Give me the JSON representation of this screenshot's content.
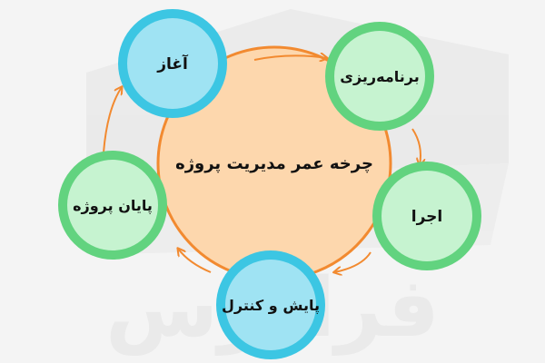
{
  "diagram": {
    "center": {
      "label": "چرخه عمر مدیریت پروژه",
      "fill": "#fdd7ad",
      "stroke": "#f28a30"
    },
    "nodes": {
      "start": {
        "label": "آغاز"
      },
      "planning": {
        "label": "برنامه‌ریزی"
      },
      "execution": {
        "label": "اجرا"
      },
      "monitoring": {
        "label": "پایش و کنترل"
      },
      "closing": {
        "label": "پایان پروژه"
      }
    },
    "colors": {
      "blue_ring": "#3cc6e3",
      "blue_fill": "#9fe3f3",
      "green_ring": "#62d37f",
      "green_fill": "#c6f3d0",
      "arrow": "#f28a30",
      "watermark": "#e7e7e7"
    },
    "watermark": {
      "text": "فرادرس",
      "icon": "faradars-logo-icon"
    }
  }
}
